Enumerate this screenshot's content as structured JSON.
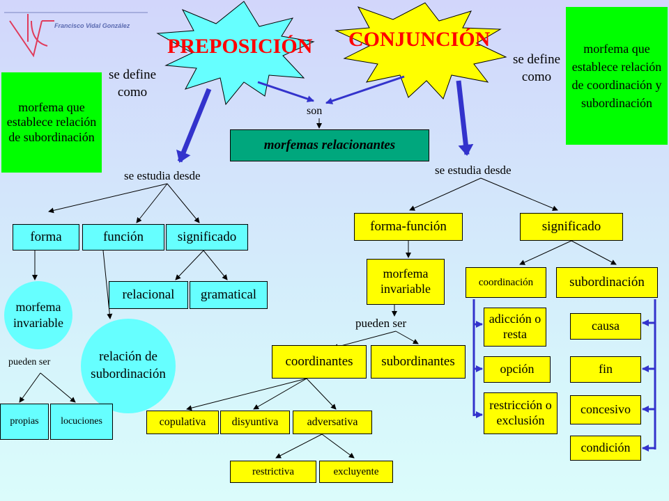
{
  "logo": {
    "author": "Francisco Vidal González"
  },
  "bursts": {
    "preposicion": "PREPOSICIÓN",
    "conjuncion": "CONJUNCIÓN"
  },
  "definitions": {
    "preposicion": "morfema que establece relación de subordinación",
    "conjuncion": "morfema que establece relación de coordinación y subordinación"
  },
  "connectors": {
    "se_define_left": "se define como",
    "se_define_right": "se define como",
    "son": "son",
    "se_estudia_left": "se estudia desde",
    "se_estudia_right": "se estudia desde",
    "pueden_ser_left": "pueden ser",
    "pueden_ser_mid": "pueden ser"
  },
  "center": {
    "morfemas": "morfemas relacionantes"
  },
  "prep": {
    "forma": "forma",
    "funcion": "función",
    "significado": "significado",
    "relacional": "relacional",
    "gramatical": "gramatical",
    "morfema_invariable": "morfema invariable",
    "relacion_subordinacion": "relación de subordinación",
    "propias": "propias",
    "locuciones": "locuciones"
  },
  "conj": {
    "forma_funcion": "forma-función",
    "significado": "significado",
    "morfema_invariable": "morfema invariable",
    "coordinantes": "coordinantes",
    "subordinantes": "subordinantes",
    "copulativa": "copulativa",
    "disyuntiva": "disyuntiva",
    "adversativa": "adversativa",
    "restrictiva": "restrictiva",
    "excluyente": "excluyente",
    "coordinacion": "coordinación",
    "subordinacion": "subordinación",
    "adiccion": "adicción o resta",
    "opcion": "opción",
    "restriccion": "restricción o exclusión",
    "causa": "causa",
    "fin": "fin",
    "concesivo": "concesivo",
    "condicion": "condición"
  }
}
